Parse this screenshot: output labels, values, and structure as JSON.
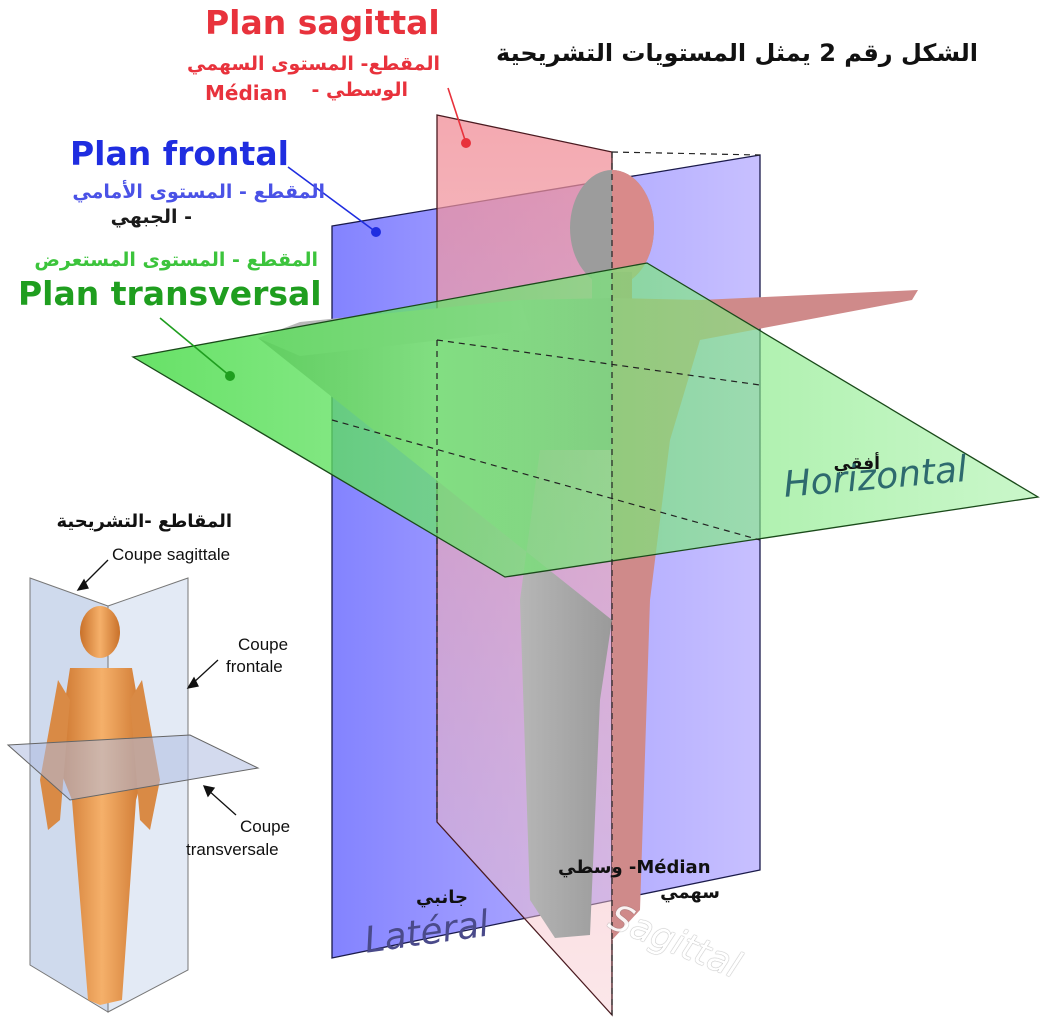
{
  "title_ar": "الشكل رقم 2 يمثل المستويات التشريحية",
  "planes": {
    "sagittal": {
      "name": "Plan sagittal",
      "ar_line1": "المقطع- المستوى السهمي",
      "ar_line2": "الوسطي -",
      "median": "Médian",
      "color": "#e8323c"
    },
    "frontal": {
      "name": "Plan frontal",
      "ar_line1": "المقطع - المستوى الأمامي",
      "ar_line2": "- الجبهي",
      "color": "#1f2de0"
    },
    "transversal": {
      "name": "Plan transversal",
      "ar_line1": "المقطع - المستوى  المستعرض",
      "color": "#1f9e1f",
      "ar_color": "#3cc43c"
    }
  },
  "directions": {
    "horizontal": "Horizontal",
    "horizontal_ar": "أفقي",
    "lateral": "Latéral",
    "lateral_ar": "جانبي",
    "sagittal": "Sagittal",
    "median_line": "وسطي -Médian",
    "sagittal_ar": "سهمي"
  },
  "inset": {
    "title_ar": "المقاطع -التشريحية",
    "coupe_sagittale": "Coupe sagittale",
    "coupe_frontale_1": "Coupe",
    "coupe_frontale_2": "frontale",
    "coupe_transversale_1": "Coupe",
    "coupe_transversale_2": "transversale"
  }
}
